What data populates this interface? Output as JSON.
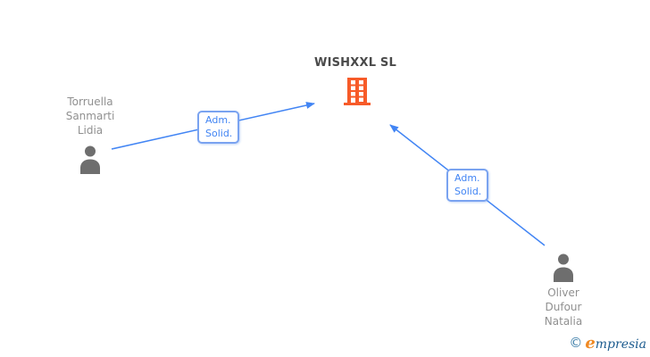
{
  "company": {
    "name": "WISHXXL SL"
  },
  "people": {
    "left": {
      "lines": [
        "Torruella",
        "Sanmarti",
        "Lidia"
      ]
    },
    "right": {
      "lines": [
        "Oliver",
        "Dufour",
        "Natalia"
      ]
    }
  },
  "relations": {
    "left": {
      "lines": [
        "Adm.",
        "Solid."
      ]
    },
    "right": {
      "lines": [
        "Adm.",
        "Solid."
      ]
    }
  },
  "logo": {
    "copyright": "©",
    "brand_initial": "e",
    "brand_rest": "mpresia"
  },
  "colors": {
    "arrow_blue": "#4285f4",
    "box_border": "#7aa3f0",
    "building_orange": "#f75b29",
    "person_gray": "#6e6e6e",
    "name_gray": "#909090",
    "title_dark": "#4a4a4a",
    "logo_blue": "#1d5c8f",
    "logo_orange": "#f08a24"
  }
}
